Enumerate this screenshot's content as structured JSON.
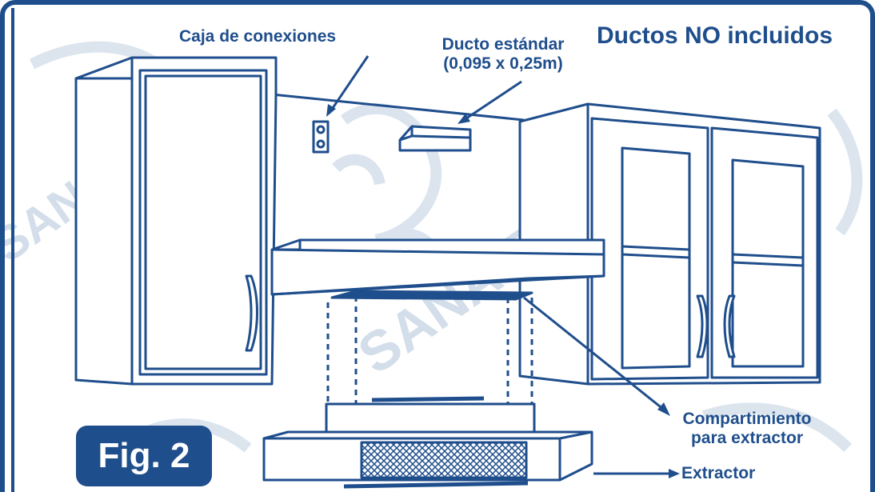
{
  "labels": {
    "junction_box": "Caja de conexiones",
    "standard_duct_line1": "Ducto estándar",
    "standard_duct_line2": "(0,095 x 0,25m)",
    "ducts_not_included": "Ductos NO incluidos",
    "compartment_line1": "Compartimiento",
    "compartment_line2": "para extractor",
    "extractor": "Extractor"
  },
  "figure": {
    "number": "Fig. 2"
  },
  "watermark": {
    "brand": "SANAIRE"
  },
  "colors": {
    "primary": "#1f4e8c",
    "watermark": "#d3deea",
    "background": "#ffffff"
  }
}
